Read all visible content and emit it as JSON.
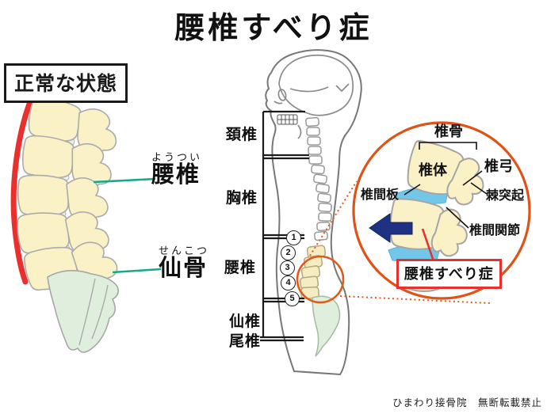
{
  "title": "腰椎すべり症",
  "normal_state": {
    "label": "正常な状態"
  },
  "left_diagram": {
    "labels": [
      {
        "furigana": "ようつい",
        "label": "腰椎"
      },
      {
        "furigana": "せんこつ",
        "label": "仙骨"
      }
    ]
  },
  "spine_column": {
    "sections": [
      {
        "label": "頚椎"
      },
      {
        "label": "胸椎"
      },
      {
        "label": "腰椎"
      },
      {
        "label": "仙椎"
      },
      {
        "label": "尾椎"
      }
    ],
    "lumbar_numbers": [
      "1",
      "2",
      "3",
      "4",
      "5"
    ]
  },
  "inset": {
    "labels": {
      "vertebra": "椎骨",
      "vertebral_body": "椎体",
      "vertebral_arch": "椎弓",
      "spinous_process": "棘突起",
      "disc": "椎間板",
      "facet_joint": "椎間関節",
      "diagnosis": "腰椎すべり症"
    }
  },
  "credit": "ひまわり接骨院　無断転載禁止",
  "colors": {
    "red": "#e8312e",
    "teal": "#14a98f",
    "orange": "#e05a1c",
    "navy": "#1e3182",
    "bone": "#faf1c6",
    "sacrum_green": "#dfeedd",
    "disc_blue": "#72c7e8"
  }
}
